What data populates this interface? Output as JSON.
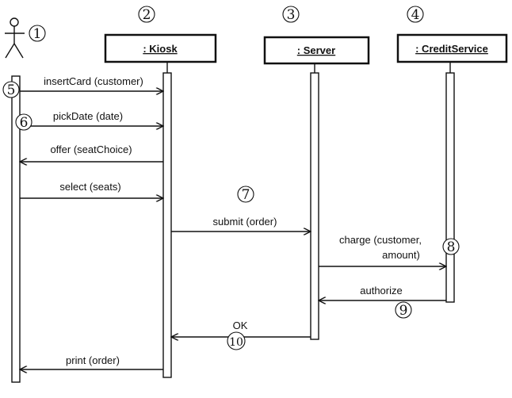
{
  "lifelines": [
    {
      "id": "kiosk",
      "label": ": Kiosk"
    },
    {
      "id": "server",
      "label": ": Server"
    },
    {
      "id": "credit",
      "label": ": CreditService"
    }
  ],
  "messages": [
    {
      "label": "insertCard (customer)"
    },
    {
      "label": "pickDate (date)"
    },
    {
      "label": "offer (seatChoice)"
    },
    {
      "label": "select (seats)"
    },
    {
      "label": "submit (order)"
    },
    {
      "label_line1": "charge (customer,",
      "label_line2": "amount)"
    },
    {
      "label": "authorize"
    },
    {
      "label": "OK"
    },
    {
      "label": "print (order)"
    }
  ],
  "markers": [
    "1",
    "2",
    "3",
    "4",
    "5",
    "6",
    "7",
    "8",
    "9",
    "10"
  ]
}
